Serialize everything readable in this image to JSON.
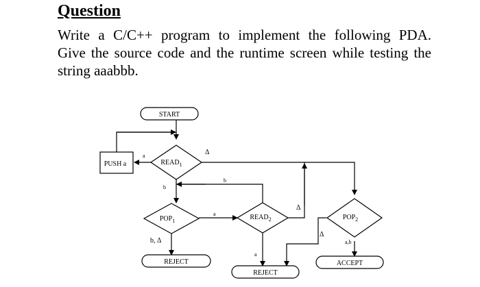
{
  "heading": "Question",
  "paragraph": {
    "line1": "Write a C/C++ program to implement the following PDA.",
    "line2": "Give the source code and the runtime screen while testing the",
    "line3": "string aaabbb."
  },
  "flowchart": {
    "start": "START",
    "read1": "READ",
    "read1_sub": "1",
    "read2": "READ",
    "read2_sub": "2",
    "pop1": "POP",
    "pop1_sub": "1",
    "pop2": "POP",
    "pop2_sub": "2",
    "push_a": "PUSH a",
    "reject1": "REJECT",
    "reject2": "REJECT",
    "accept": "ACCEPT",
    "edge_a_push": "a",
    "edge_delta_read1": "Δ",
    "edge_b_read1": "b",
    "edge_b_loop": "b",
    "edge_a_pop1": "a",
    "edge_delta_read2": "Δ",
    "edge_delta_pop2": "Δ",
    "edge_b_delta_pop1": "b, Δ",
    "edge_a_read2": "a",
    "edge_ab_pop2": "a,b"
  }
}
